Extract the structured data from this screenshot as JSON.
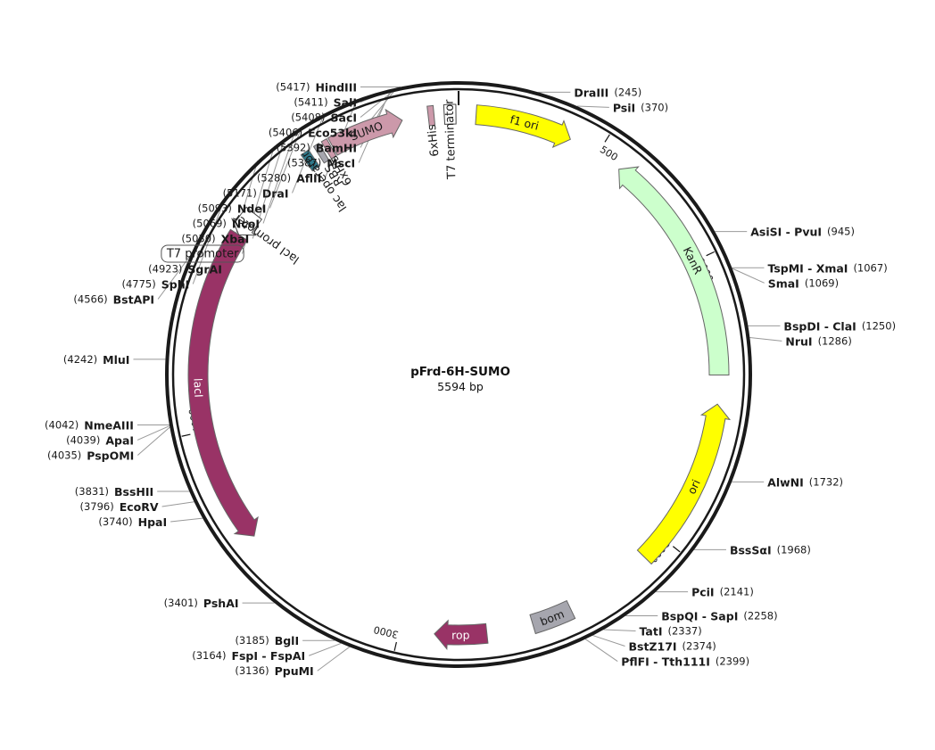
{
  "plasmid": {
    "name": "pFrd-6H-SUMO",
    "size_label": "5594 bp",
    "length": 5594
  },
  "colors": {
    "backbone": "#1a1a1a",
    "feature_line": "#999999",
    "f1_ori": "#ffff00",
    "ori": "#ffff00",
    "kanr": "#ccffcc",
    "laci": "#993366",
    "rop": "#993366",
    "sumo": "#cc99aa",
    "his": "#cc99aa",
    "bom": "#a6a6ae",
    "lac_operator": "#2e7a8c",
    "rbs": "#a6a6ae"
  },
  "ticks": [
    {
      "pos": 500,
      "label": "500"
    },
    {
      "pos": 1000,
      "label": "1000"
    },
    {
      "pos": 2000,
      "label": "2000"
    },
    {
      "pos": 3000,
      "label": "3000"
    },
    {
      "pos": 4000,
      "label": "4000"
    }
  ],
  "features": [
    {
      "id": "f1-ori",
      "label": "f1 ori",
      "start": 60,
      "end": 395,
      "dir": 1,
      "color": "#ffff00",
      "inside": true
    },
    {
      "id": "kanr",
      "label": "KanR",
      "start": 590,
      "end": 1400,
      "dir": -1,
      "color": "#ccffcc",
      "inside": true
    },
    {
      "id": "ori",
      "label": "ori",
      "start": 1500,
      "end": 2090,
      "dir": -1,
      "color": "#ffff00",
      "inside": true
    },
    {
      "id": "bom",
      "label": "bom",
      "start": 2400,
      "end": 2540,
      "color": "#a6a6ae",
      "box": true,
      "inside": true
    },
    {
      "id": "rop",
      "label": "rop",
      "start": 2700,
      "end": 2880,
      "dir": 1,
      "color": "#993366",
      "inside": true
    },
    {
      "id": "laci",
      "label": "lacI",
      "start": 3600,
      "end": 4700,
      "dir": -1,
      "color": "#993366",
      "inside": true
    },
    {
      "id": "laci-promoter",
      "label": "lacI promoter",
      "start": 4700,
      "end": 4790,
      "dir": -1,
      "color": "#ffffff"
    },
    {
      "id": "lac-operator",
      "label": "lac operator",
      "start": 5040,
      "end": 5070,
      "color": "#2e7a8c",
      "box": true
    },
    {
      "id": "rbs",
      "label": "RBS",
      "start": 5090,
      "end": 5110,
      "color": "#a6a6ae",
      "box": true
    },
    {
      "id": "his1",
      "label": "6xHis",
      "start": 5120,
      "end": 5140,
      "color": "#cc99aa",
      "box": true
    },
    {
      "id": "sumo",
      "label": "SUMO",
      "start": 5145,
      "end": 5400,
      "dir": 1,
      "color": "#cc99aa",
      "inside": true
    },
    {
      "id": "his2",
      "label": "6xHis",
      "start": 5490,
      "end": 5510,
      "color": "#cc99aa",
      "box": true
    },
    {
      "id": "t7-terminator",
      "label": "T7 terminator",
      "start": 5545,
      "end": 5585,
      "color": "#ffffff",
      "box": true
    }
  ],
  "sites_right": [
    {
      "pos": 245,
      "name": "DraIII",
      "loc": "(245)"
    },
    {
      "pos": 370,
      "name": "PsiI",
      "loc": "(370)"
    },
    {
      "pos": 945,
      "name": "AsiSI - PvuI",
      "loc": "(945)"
    },
    {
      "pos": 1067,
      "name": "TspMI - XmaI",
      "loc": "(1067)"
    },
    {
      "pos": 1069,
      "name": "SmaI",
      "loc": "(1069)"
    },
    {
      "pos": 1250,
      "name": "BspDI - ClaI",
      "loc": "(1250)"
    },
    {
      "pos": 1286,
      "name": "NruI",
      "loc": "(1286)"
    },
    {
      "pos": 1732,
      "name": "AlwNI",
      "loc": "(1732)"
    },
    {
      "pos": 1968,
      "name": "BssSαI",
      "loc": "(1968)"
    },
    {
      "pos": 2141,
      "name": "PciI",
      "loc": "(2141)"
    },
    {
      "pos": 2258,
      "name": "BspQI - SapI",
      "loc": "(2258)"
    },
    {
      "pos": 2337,
      "name": "TatI",
      "loc": "(2337)"
    },
    {
      "pos": 2374,
      "name": "BstZ17I",
      "loc": "(2374)"
    },
    {
      "pos": 2399,
      "name": "PflFI - Tth111I",
      "loc": "(2399)"
    }
  ],
  "sites_left": [
    {
      "pos": 5417,
      "name": "HindIII",
      "loc": "(5417)"
    },
    {
      "pos": 5411,
      "name": "SalI",
      "loc": "(5411)"
    },
    {
      "pos": 5408,
      "name": "SacI",
      "loc": "(5408)"
    },
    {
      "pos": 5406,
      "name": "Eco53kI",
      "loc": "(5406)"
    },
    {
      "pos": 5392,
      "name": "BamHI",
      "loc": "(5392)"
    },
    {
      "pos": 5387,
      "name": "MscI",
      "loc": "(5387)"
    },
    {
      "pos": 5280,
      "name": "AflII",
      "loc": "(5280)"
    },
    {
      "pos": 5171,
      "name": "DraI",
      "loc": "(5171)"
    },
    {
      "pos": 5093,
      "name": "NdeI",
      "loc": "(5093)"
    },
    {
      "pos": 5069,
      "name": "NcoI",
      "loc": "(5069)"
    },
    {
      "pos": 5030,
      "name": "XbaI",
      "loc": "(5030)"
    },
    {
      "pos": 4990,
      "name": "T7 promoter",
      "loc": "",
      "boxed": true
    },
    {
      "pos": 4923,
      "name": "SgrAI",
      "loc": "(4923)"
    },
    {
      "pos": 4775,
      "name": "SphI",
      "loc": "(4775)"
    },
    {
      "pos": 4566,
      "name": "BstAPI",
      "loc": "(4566)"
    },
    {
      "pos": 4242,
      "name": "MluI",
      "loc": "(4242)"
    },
    {
      "pos": 4042,
      "name": "NmeAIII",
      "loc": "(4042)"
    },
    {
      "pos": 4039,
      "name": "ApaI",
      "loc": "(4039)"
    },
    {
      "pos": 4035,
      "name": "PspOMI",
      "loc": "(4035)"
    },
    {
      "pos": 3831,
      "name": "BssHII",
      "loc": "(3831)"
    },
    {
      "pos": 3796,
      "name": "EcoRV",
      "loc": "(3796)"
    },
    {
      "pos": 3740,
      "name": "HpaI",
      "loc": "(3740)"
    },
    {
      "pos": 3401,
      "name": "PshAI",
      "loc": "(3401)"
    },
    {
      "pos": 3185,
      "name": "BglI",
      "loc": "(3185)"
    },
    {
      "pos": 3164,
      "name": "FspI - FspAI",
      "loc": "(3164)"
    },
    {
      "pos": 3136,
      "name": "PpuMI",
      "loc": "(3136)"
    }
  ]
}
